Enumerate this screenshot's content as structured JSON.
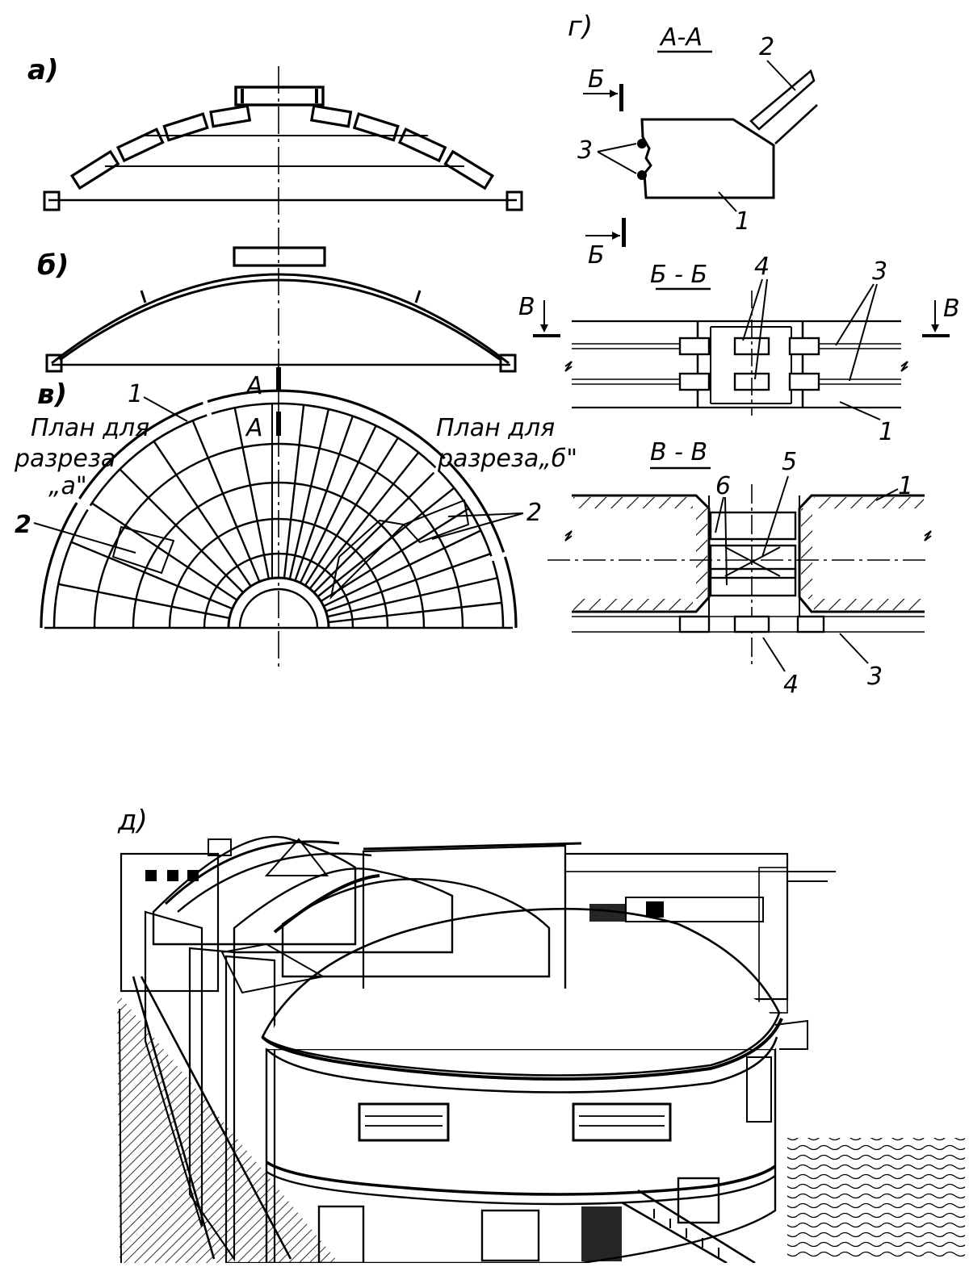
{
  "figure": {
    "panel_labels": {
      "a": "а)",
      "b": "б)",
      "v": "в)",
      "g": "г)",
      "d": "д)"
    },
    "section_titles": {
      "aa": "А-А",
      "bb": "Б - Б",
      "vv": "В - В"
    },
    "section_marks": {
      "a": "А",
      "b": "Б",
      "v": "В"
    },
    "plan_captions": {
      "left_line1": "План для",
      "left_line2": "разреза",
      "left_line3": "„а\"",
      "right_line1": "План для",
      "right_line2": "разреза„б\""
    },
    "callouts": {
      "n1": "1",
      "n2": "2",
      "n3": "3",
      "n4": "4",
      "n5": "5",
      "n6": "6"
    }
  }
}
